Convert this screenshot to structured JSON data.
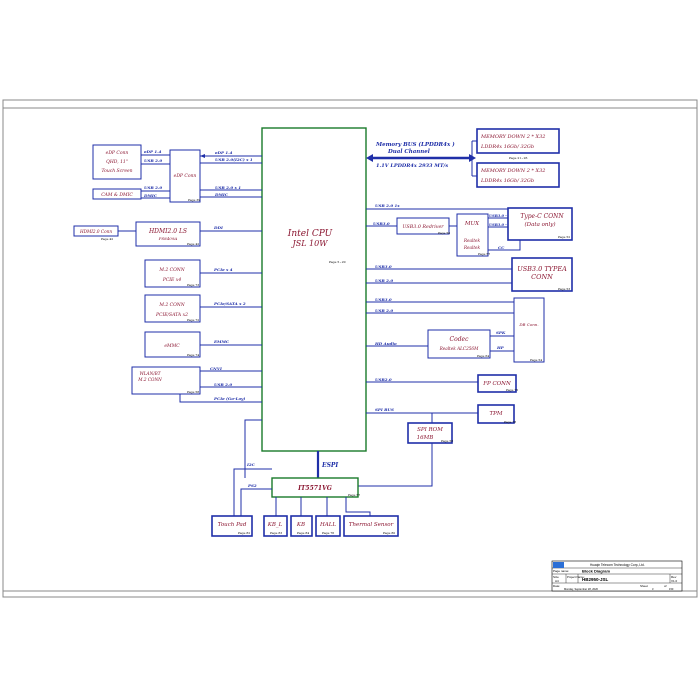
{
  "cpu": {
    "line1": "Intel CPU",
    "line2": "JSL 10W",
    "page": "Page 5~20"
  },
  "ec": {
    "label": "IT5571VG",
    "page": "Page 57",
    "espi": "ESPI"
  },
  "memory": {
    "bus1": "Memory BUS (LPDDR4x )",
    "bus2": "Dual Channel",
    "speed": "1.1V LPDDR4x  2933 MT/s",
    "chip1a": "MEMORY DOWN  2 * X32",
    "chip1b": "LDDR4x 16Gb/ 32Gb",
    "chip2a": "MEMORY DOWN  2 * X32",
    "chip2b": "LDDR4x 16Gb/ 32Gb",
    "page": "Page 21~26"
  },
  "left": {
    "edp_conn1": [
      "eDP Conn",
      "QHD,  11\"",
      "Touch Screen"
    ],
    "cam": "CAM & DMIC",
    "edp_conn2": "eDP Conn",
    "edp_page": "Page 39",
    "sig_edp1": "eDP 1.4",
    "sig_usb20a": "USB 2.0",
    "sig_edp2": "eDP 1.4",
    "sig_usb_i2c": "USB 2.0(I2C) x 1",
    "sig_usb20b": "USB 2.0",
    "sig_dmic": "DMIC",
    "sig_usb20x1": "USB 2.0 x 1",
    "sig_dmic2": "DMIC",
    "hdmi_conn": "HDMI2.0 Conn",
    "hdmi_conn_page": "Page 42",
    "hdmi_ls": "HDMI2.0 LS",
    "hdmi_ls_part": "PS8409A",
    "hdmi_ls_page": "Page 42",
    "ddi": "DDI",
    "m2a1": "M.2 CONN",
    "m2a2": "PCIE x4",
    "m2a_page": "Page 73",
    "pcie4": "PCIe x 4",
    "m2b1": "M.2 CONN",
    "m2b2": "PCIE/SATA x2",
    "m2b_page": "Page 72",
    "pcie_sata": "PCIe/SATA x 2",
    "emmc": "eMMC",
    "emmc_page": "Page 74",
    "emmc_sig": "EMMC",
    "wlan1": "WLAN/BT",
    "wlan2": "M.2 CONN",
    "wlan_page": "Page 58",
    "cnvi": "CNVI",
    "usb20w": "USB 2.0",
    "pcie_golan": "PCIe (Go-Lay)"
  },
  "right": {
    "usb20_1x": "USB 2.0 1x",
    "usb30": "USB3.0",
    "redriver": "USB3.0 Redriver",
    "redriver_page": "Page 56",
    "mux": "MUX",
    "mux_a": "USB3.0 - A",
    "mux_b": "USB3.0 - B",
    "realtek1": "Realtek",
    "realtek2": "Realtek",
    "mux_page": "Page 57",
    "cc": "CC",
    "typec1": "Type-C CONN",
    "typec2": "(Data only)",
    "typec_page": "Page 52",
    "usb30b": "USB3.0",
    "usb20b": "USB 2.0",
    "typea1": "USB3.0  TYPEA",
    "typea2": "CONN",
    "typea_page": "Page 53",
    "usb30c": "USB3.0",
    "usb20c": "USB 2.0",
    "db": "DB Conn.",
    "db_page": "Page 54",
    "hda": "HD Audio",
    "codec1": "Codec",
    "codec2": "Realtek ALC256M",
    "codec_page": "Page 64",
    "spk": "SPK",
    "hp": "HP",
    "usb20fp": "USB2.0",
    "fp": "FP CONN",
    "fp_page": "Page 75",
    "spi": "SPI BUS",
    "tpm": "TPM",
    "tpm_page": "Page 78",
    "spirom1": "SPI ROM",
    "spirom2": "16MB",
    "spirom_page": "Page 58"
  },
  "bottom": {
    "i2c": "I2C",
    "ps2": "PS2",
    "touchpad": "Touch Pad",
    "touchpad_page": "Page 82",
    "kbl": "KB_L",
    "kbl_page": "Page 83",
    "kb": "KB",
    "kb_page": "Page 84",
    "hall": "HALL",
    "hall_page": "Page 76",
    "thermal": "Thermal Sensor",
    "thermal_page": "Page 80"
  },
  "title_block": {
    "company": "Huaqin Telecom Technology Corp.,Ltd.",
    "page_name_label": "Page name:",
    "page_name": "Block Diagram",
    "size_label": "Size",
    "size": "A4",
    "project_label": "Project Name:",
    "project": "HB2950-JSL",
    "rev_label": "Rev",
    "rev": "V1.0",
    "date_label": "Date:",
    "date": "Monday, September 28, 2020",
    "sheet_label": "Sheet",
    "sheet": "3",
    "of_label": "of",
    "of": "150"
  }
}
